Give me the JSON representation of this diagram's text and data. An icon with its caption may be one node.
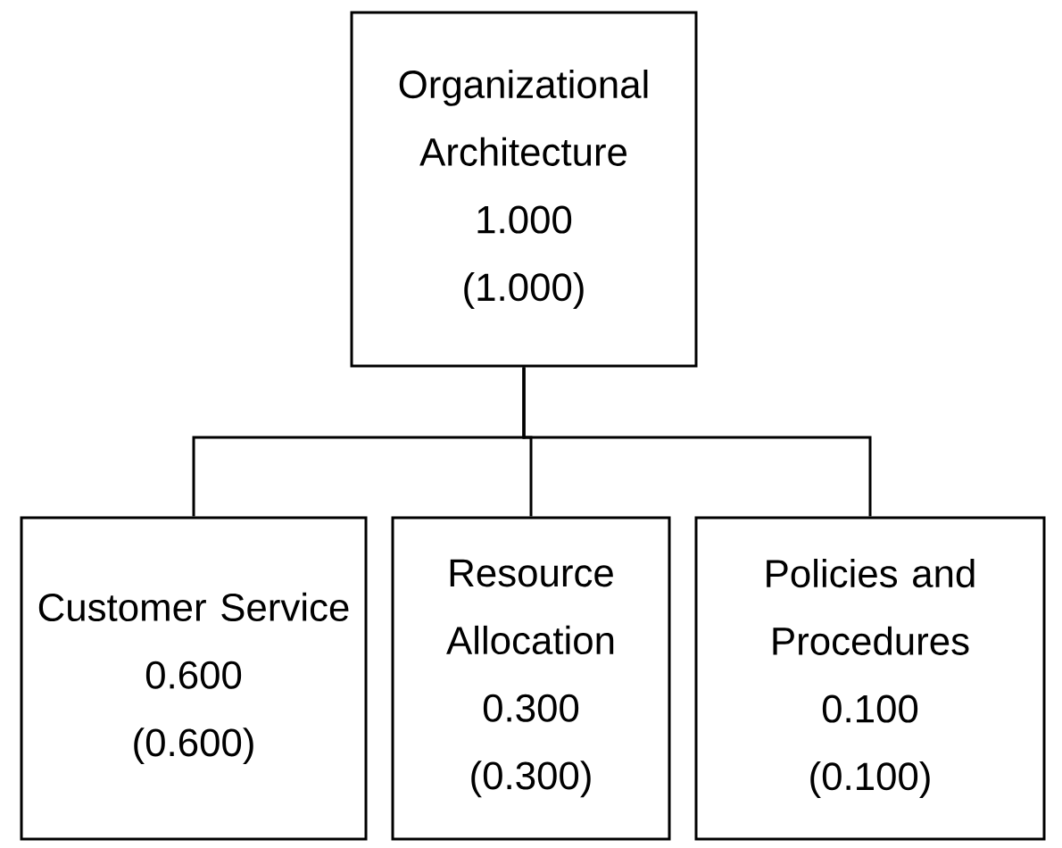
{
  "diagram": {
    "nodes": [
      {
        "text": [
          "Organizational Architecture",
          "1.000",
          "(1.000)"
        ]
      },
      {
        "text": [
          "Customer Service",
          "0.600",
          "(0.600)"
        ]
      },
      {
        "text": [
          "Resource Allocation",
          "0.300",
          "(0.300)"
        ]
      },
      {
        "text": [
          "Policies and Procedures",
          "0.100",
          "(0.100)"
        ]
      }
    ],
    "edges": [
      {
        "from": 0,
        "to": 1,
        "arrow": "none"
      },
      {
        "from": 0,
        "to": 2,
        "arrow": "none"
      },
      {
        "from": 0,
        "to": 3,
        "arrow": "none"
      }
    ]
  }
}
